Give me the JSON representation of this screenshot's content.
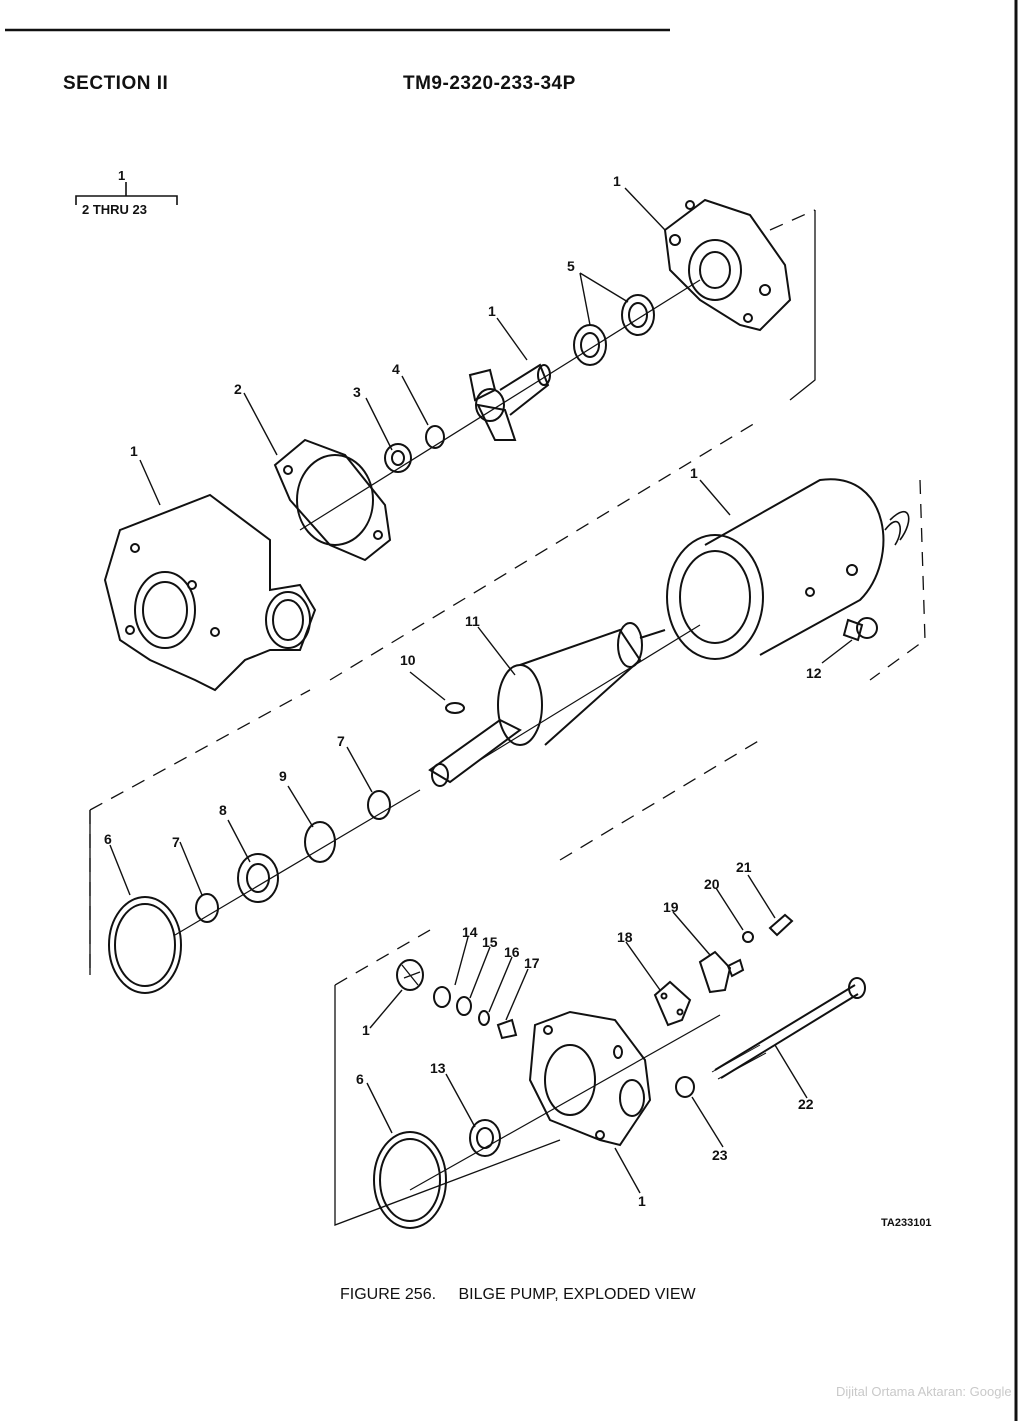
{
  "header": {
    "section": "SECTION II",
    "tm_number": "TM9-2320-233-34P"
  },
  "key": {
    "top": "1",
    "bottom": "2 THRU 23"
  },
  "callouts": {
    "c1a": "1",
    "c5": "5",
    "c1b": "1",
    "c4": "4",
    "c3": "3",
    "c2": "2",
    "c1c": "1",
    "c1d": "1",
    "c11": "11",
    "c10": "10",
    "c12": "12",
    "c7a": "7",
    "c9": "9",
    "c8": "8",
    "c7b": "7",
    "c6a": "6",
    "c21": "21",
    "c20": "20",
    "c19": "19",
    "c18": "18",
    "c14": "14",
    "c15": "15",
    "c16": "16",
    "c17": "17",
    "c1e": "1",
    "c13": "13",
    "c6b": "6",
    "c22": "22",
    "c23": "23",
    "c1f": "1"
  },
  "figure": {
    "id": "TA233101",
    "number": "FIGURE 256.",
    "title": "BILGE PUMP, EXPLODED VIEW"
  },
  "watermark": "Dijital Ortama Aktaran: Google"
}
